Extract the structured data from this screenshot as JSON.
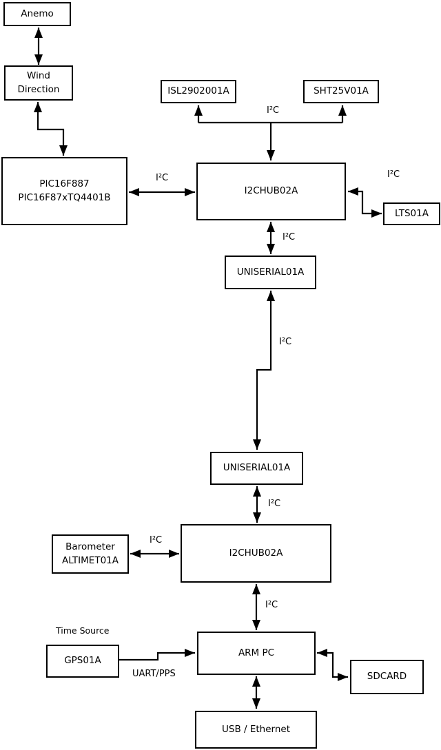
{
  "nodes": {
    "anemo": {
      "label": "Anemo"
    },
    "wind": {
      "lines": [
        "Wind",
        "Direction"
      ]
    },
    "pic": {
      "lines": [
        "PIC16F887",
        "PIC16F87xTQ4401B"
      ]
    },
    "isl": {
      "label": "ISL2902001A"
    },
    "sht": {
      "label": "SHT25V01A"
    },
    "hub1": {
      "label": "I2CHUB02A"
    },
    "lts": {
      "label": "LTS01A"
    },
    "uni1": {
      "label": "UNISERIAL01A"
    },
    "uni2": {
      "label": "UNISERIAL01A"
    },
    "baro": {
      "lines": [
        "Barometer",
        "ALTIMET01A"
      ]
    },
    "hub2": {
      "label": "I2CHUB02A"
    },
    "gps": {
      "label": "GPS01A"
    },
    "armpc": {
      "label": "ARM PC"
    },
    "sdcard": {
      "label": "SDCARD"
    },
    "usb": {
      "label": "USB / Ethernet"
    }
  },
  "edge_labels": {
    "i2c": "I²C",
    "uart_pps": "UART/PPS",
    "time_source": "Time Source"
  },
  "colors": {
    "stroke": "#000000",
    "background": "#ffffff"
  }
}
